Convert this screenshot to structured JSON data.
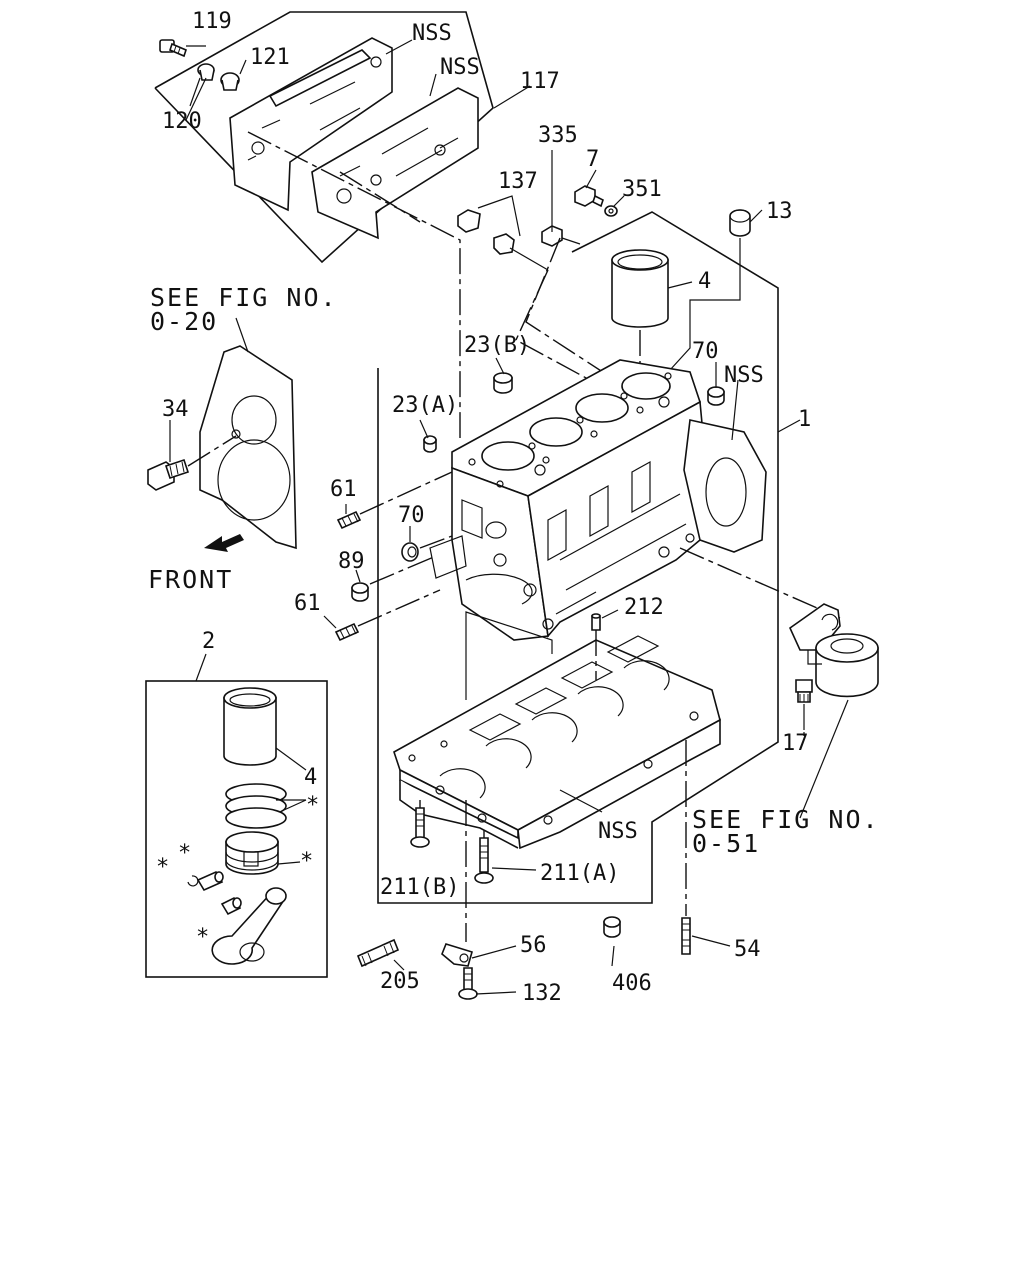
{
  "labels": {
    "l119": "119",
    "l121": "121",
    "l120": "120",
    "nss_a": "NSS",
    "nss_b": "NSS",
    "l117": "117",
    "l335": "335",
    "l7": "7",
    "l351": "351",
    "l137": "137",
    "l13": "13",
    "l4_top": "4",
    "l70_top": "70",
    "nss_c": "NSS",
    "l23b": "23(B)",
    "l23a": "23(A)",
    "l1": "1",
    "l34": "34",
    "l61_top": "61",
    "l70_mid": "70",
    "l89": "89",
    "l61_bot": "61",
    "l212": "212",
    "l2": "2",
    "l4_kit": "4",
    "star_a": "*",
    "star_b": "*",
    "star_c": "*",
    "star_d": "*",
    "star_e": "*",
    "l17": "17",
    "nss_d": "NSS",
    "l211b": "211(B)",
    "l211a": "211(A)",
    "l56": "56",
    "l205": "205",
    "l132": "132",
    "l406": "406",
    "l54": "54"
  },
  "references": {
    "see_fig_1_line1": "SEE FIG NO.",
    "see_fig_1_line2": "0-20",
    "see_fig_2_line1": "SEE FIG NO.",
    "see_fig_2_line2": "0-51",
    "front": "FRONT"
  }
}
